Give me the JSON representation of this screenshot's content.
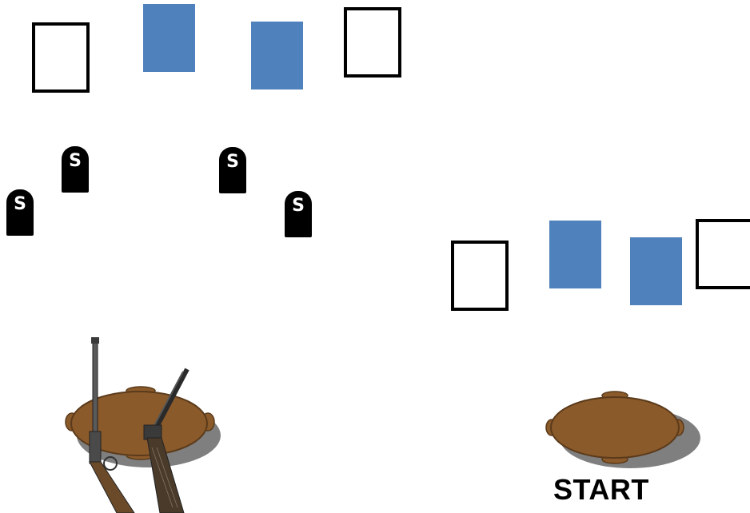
{
  "colors": {
    "target_fill": "#4f81bd",
    "target_outline": "#000000",
    "table_fill": "#8b5a2b",
    "table_shadow": "#7f7f7f",
    "tombstone_fill": "#000000",
    "rifle_metal": "#5a5a5a",
    "rifle_wood": "#6b4a2a"
  },
  "stage_left": {
    "targets": [
      {
        "style": "outline"
      },
      {
        "style": "filled"
      },
      {
        "style": "filled"
      },
      {
        "style": "outline"
      }
    ],
    "tombstones": [
      {
        "label": "S"
      },
      {
        "label": "S"
      },
      {
        "label": "S"
      },
      {
        "label": "S"
      }
    ],
    "table": {
      "icon": "oval-table-icon",
      "props": [
        "lever-rifle-icon",
        "shotgun-icon"
      ]
    }
  },
  "stage_right": {
    "targets": [
      {
        "style": "outline"
      },
      {
        "style": "filled"
      },
      {
        "style": "filled"
      },
      {
        "style": "outline"
      }
    ],
    "table": {
      "icon": "oval-table-icon"
    },
    "start_label": "START"
  }
}
